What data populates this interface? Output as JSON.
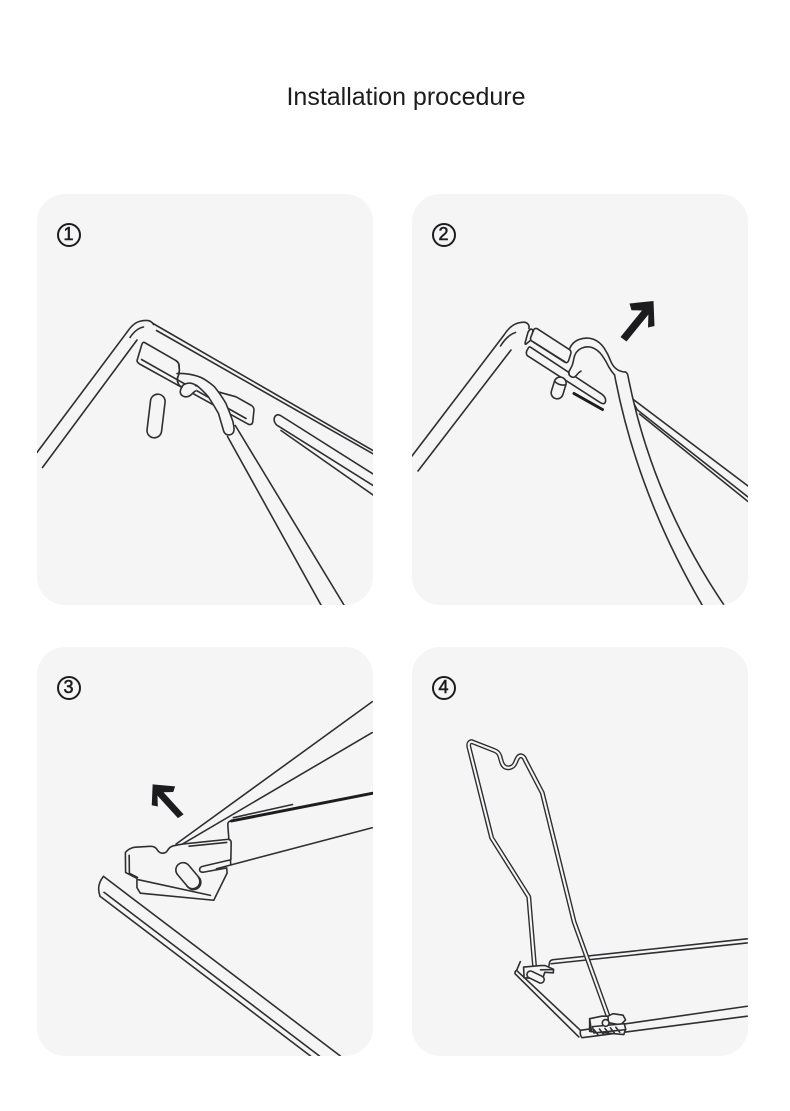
{
  "theme": {
    "page_background": "#ffffff",
    "panel_background": "#f5f5f6",
    "line_color": "#2f2f31",
    "edge_color": "#1d1d1f",
    "ink_color": "#1c1c1e"
  },
  "title": {
    "text": "Installation procedure"
  },
  "steps": [
    {
      "number": "1",
      "arrow": "none"
    },
    {
      "number": "2",
      "arrow": "up-right"
    },
    {
      "number": "3",
      "arrow": "up-left"
    },
    {
      "number": "4",
      "arrow": "none"
    }
  ]
}
